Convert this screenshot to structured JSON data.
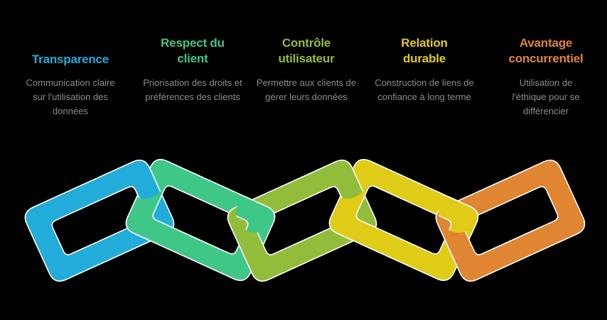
{
  "diagram": {
    "type": "chain",
    "items": [
      {
        "title": "Transparence",
        "description": "Communication claire sur l'utilisation des données",
        "color": "#22acd9"
      },
      {
        "title": "Respect du client",
        "description": "Priorisation des droits et préférences des clients",
        "color": "#3ec787"
      },
      {
        "title": "Contrôle utilisateur",
        "description": "Permettre aux clients de gérer leurs données",
        "color": "#92bd3a"
      },
      {
        "title": "Relation durable",
        "description": "Construction de liens de confiance à long terme",
        "color": "#e0cb16"
      },
      {
        "title": "Avantage concurrentiel",
        "description": "Utilisation de l'éthique pour se différencier",
        "color": "#e08532"
      }
    ]
  },
  "colors": {
    "background": "#000000",
    "description_text": "#8c8c8c",
    "link_outline": "#ffffff"
  }
}
